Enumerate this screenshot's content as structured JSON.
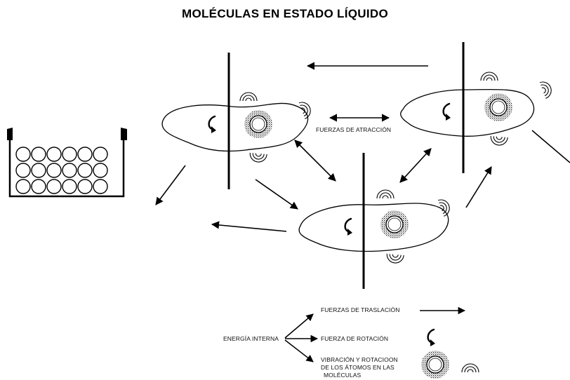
{
  "title": "MOLÉCULAS EN ESTADO LÍQUIDO",
  "labels": {
    "attraction": "FUERZAS DE ATRACCIÓN",
    "internal_energy": "ENERGÍA INTERNA",
    "translation": "FUERZAS DE TRASLACIÓN",
    "rotation": "FUERZA DE ROTACIÓN",
    "vibration": [
      "VIBRACIÓN Y ROTACIOON",
      "DE LOS ÁTOMOS EN LAS",
      "MOLÉCULAS"
    ]
  },
  "icons": {
    "molecule": "molecule-blob-icon",
    "rotation": "rotation-arrow-icon",
    "atom": "vibrating-atom-icon",
    "vibration": "vibration-waves-icon",
    "container": "liquid-container-icon"
  }
}
